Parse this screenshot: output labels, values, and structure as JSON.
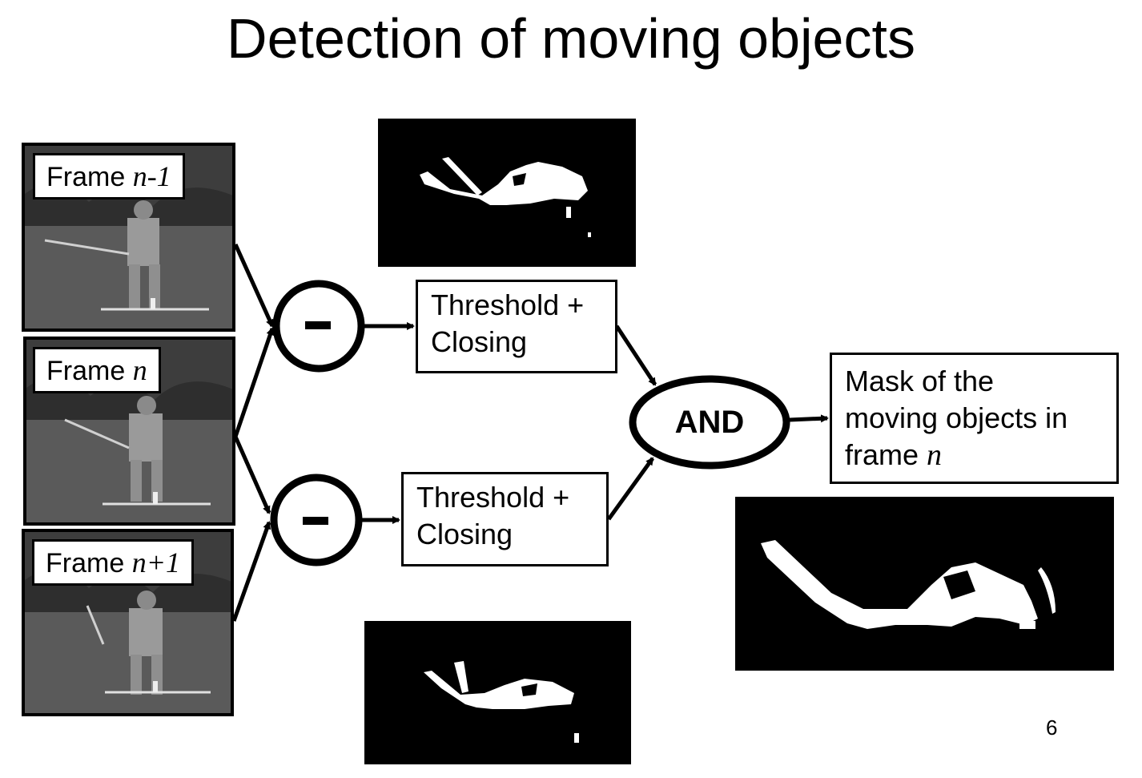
{
  "title": "Detection of moving objects",
  "frames": [
    {
      "prefix": "Frame ",
      "var": "n-1"
    },
    {
      "prefix": "Frame ",
      "var": "n"
    },
    {
      "prefix": "Frame ",
      "var": "n+1"
    }
  ],
  "operators": {
    "minus_top": "–",
    "minus_bottom": "–",
    "and": "AND"
  },
  "threshold_boxes": [
    {
      "line1": "Threshold +",
      "line2": "Closing"
    },
    {
      "line1": "Threshold +",
      "line2": "Closing"
    }
  ],
  "output": {
    "line1": "Mask of the",
    "line2": "moving objects in",
    "line3_prefix": "frame ",
    "line3_var": "n"
  },
  "page_number": "6"
}
